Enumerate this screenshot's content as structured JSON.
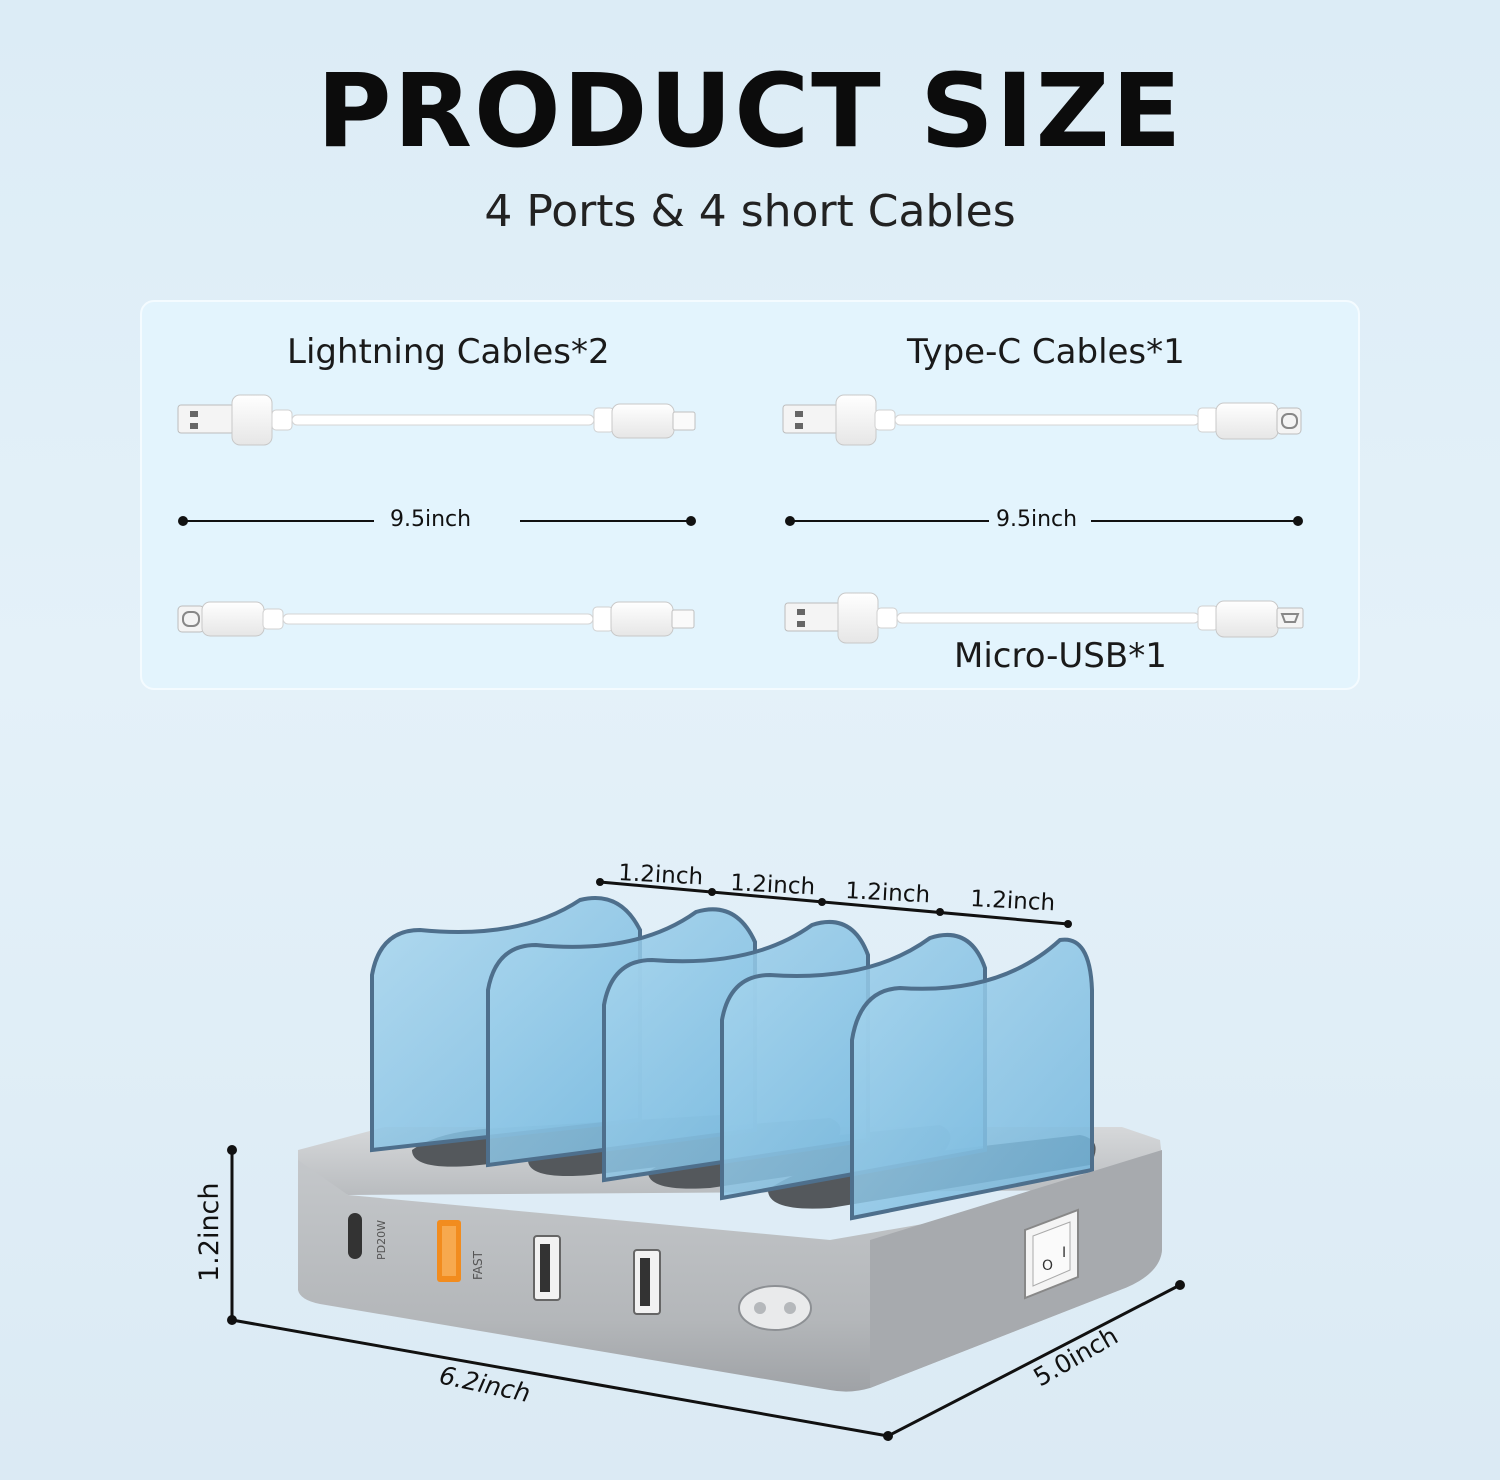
{
  "header": {
    "title": "PRODUCT SIZE",
    "subtitle": "4 Ports & 4 short Cables"
  },
  "cables": {
    "lightning_label": "Lightning Cables*2",
    "typec_label": "Type-C Cables*1",
    "micro_label": "Micro-USB*1",
    "left_length": "9.5inch",
    "right_length": "9.5inch"
  },
  "dock": {
    "slot_widths": [
      "1.2inch",
      "1.2inch",
      "1.2inch",
      "1.2inch"
    ],
    "height": "1.2inch",
    "width": "6.2inch",
    "depth": "5.0inch",
    "port_pd_label": "PD20W",
    "port_fast_label": "FAST",
    "switch_on": "I",
    "switch_off": "O"
  },
  "colors": {
    "divider_blue": "#8fc3df",
    "base_silver": "#c9cbce",
    "fast_port_orange": "#f28c1e"
  }
}
